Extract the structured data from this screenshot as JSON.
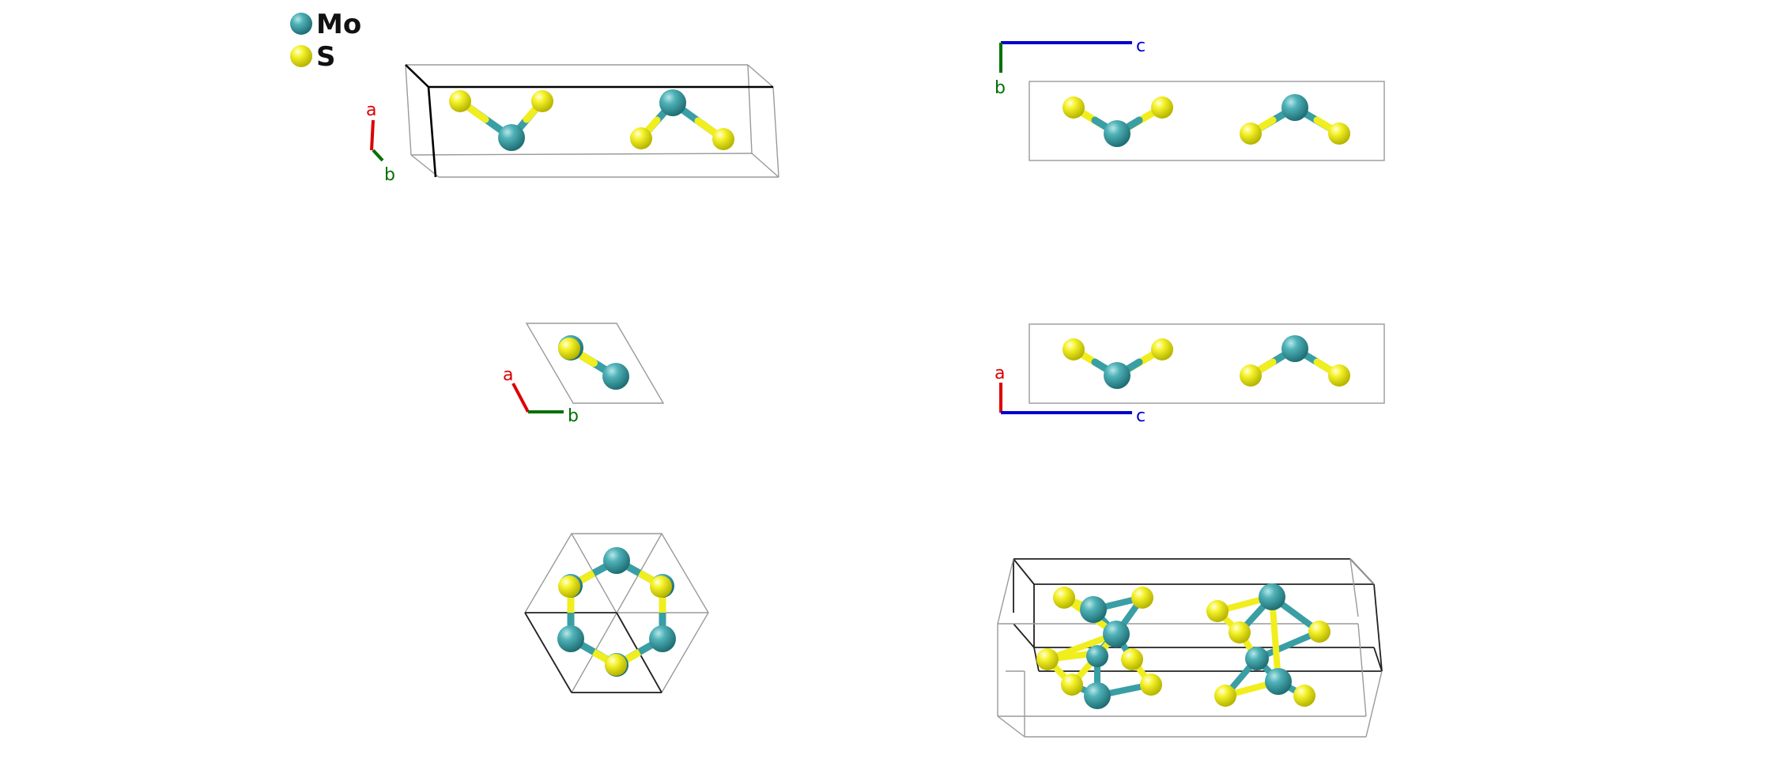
{
  "legend": {
    "items": [
      {
        "label": "Mo",
        "color": "#3a9ea5"
      },
      {
        "label": "S",
        "color": "#f0ee1e"
      }
    ]
  },
  "colors": {
    "Mo": "#3a9ea5",
    "S": "#f0ee1e",
    "axis_a": "#dd0000",
    "axis_b": "#007000",
    "axis_c": "#0000cc"
  },
  "views": {
    "perspective": {
      "axis_labels": [
        "a",
        "b"
      ]
    },
    "along_a": {
      "axis_labels": [
        "c",
        "b"
      ]
    },
    "along_c": {
      "axis_labels": [
        "a",
        "b"
      ]
    },
    "along_b": {
      "axis_labels": [
        "a",
        "c"
      ]
    },
    "hexagonal_projection": {},
    "supercell_perspective": {}
  }
}
